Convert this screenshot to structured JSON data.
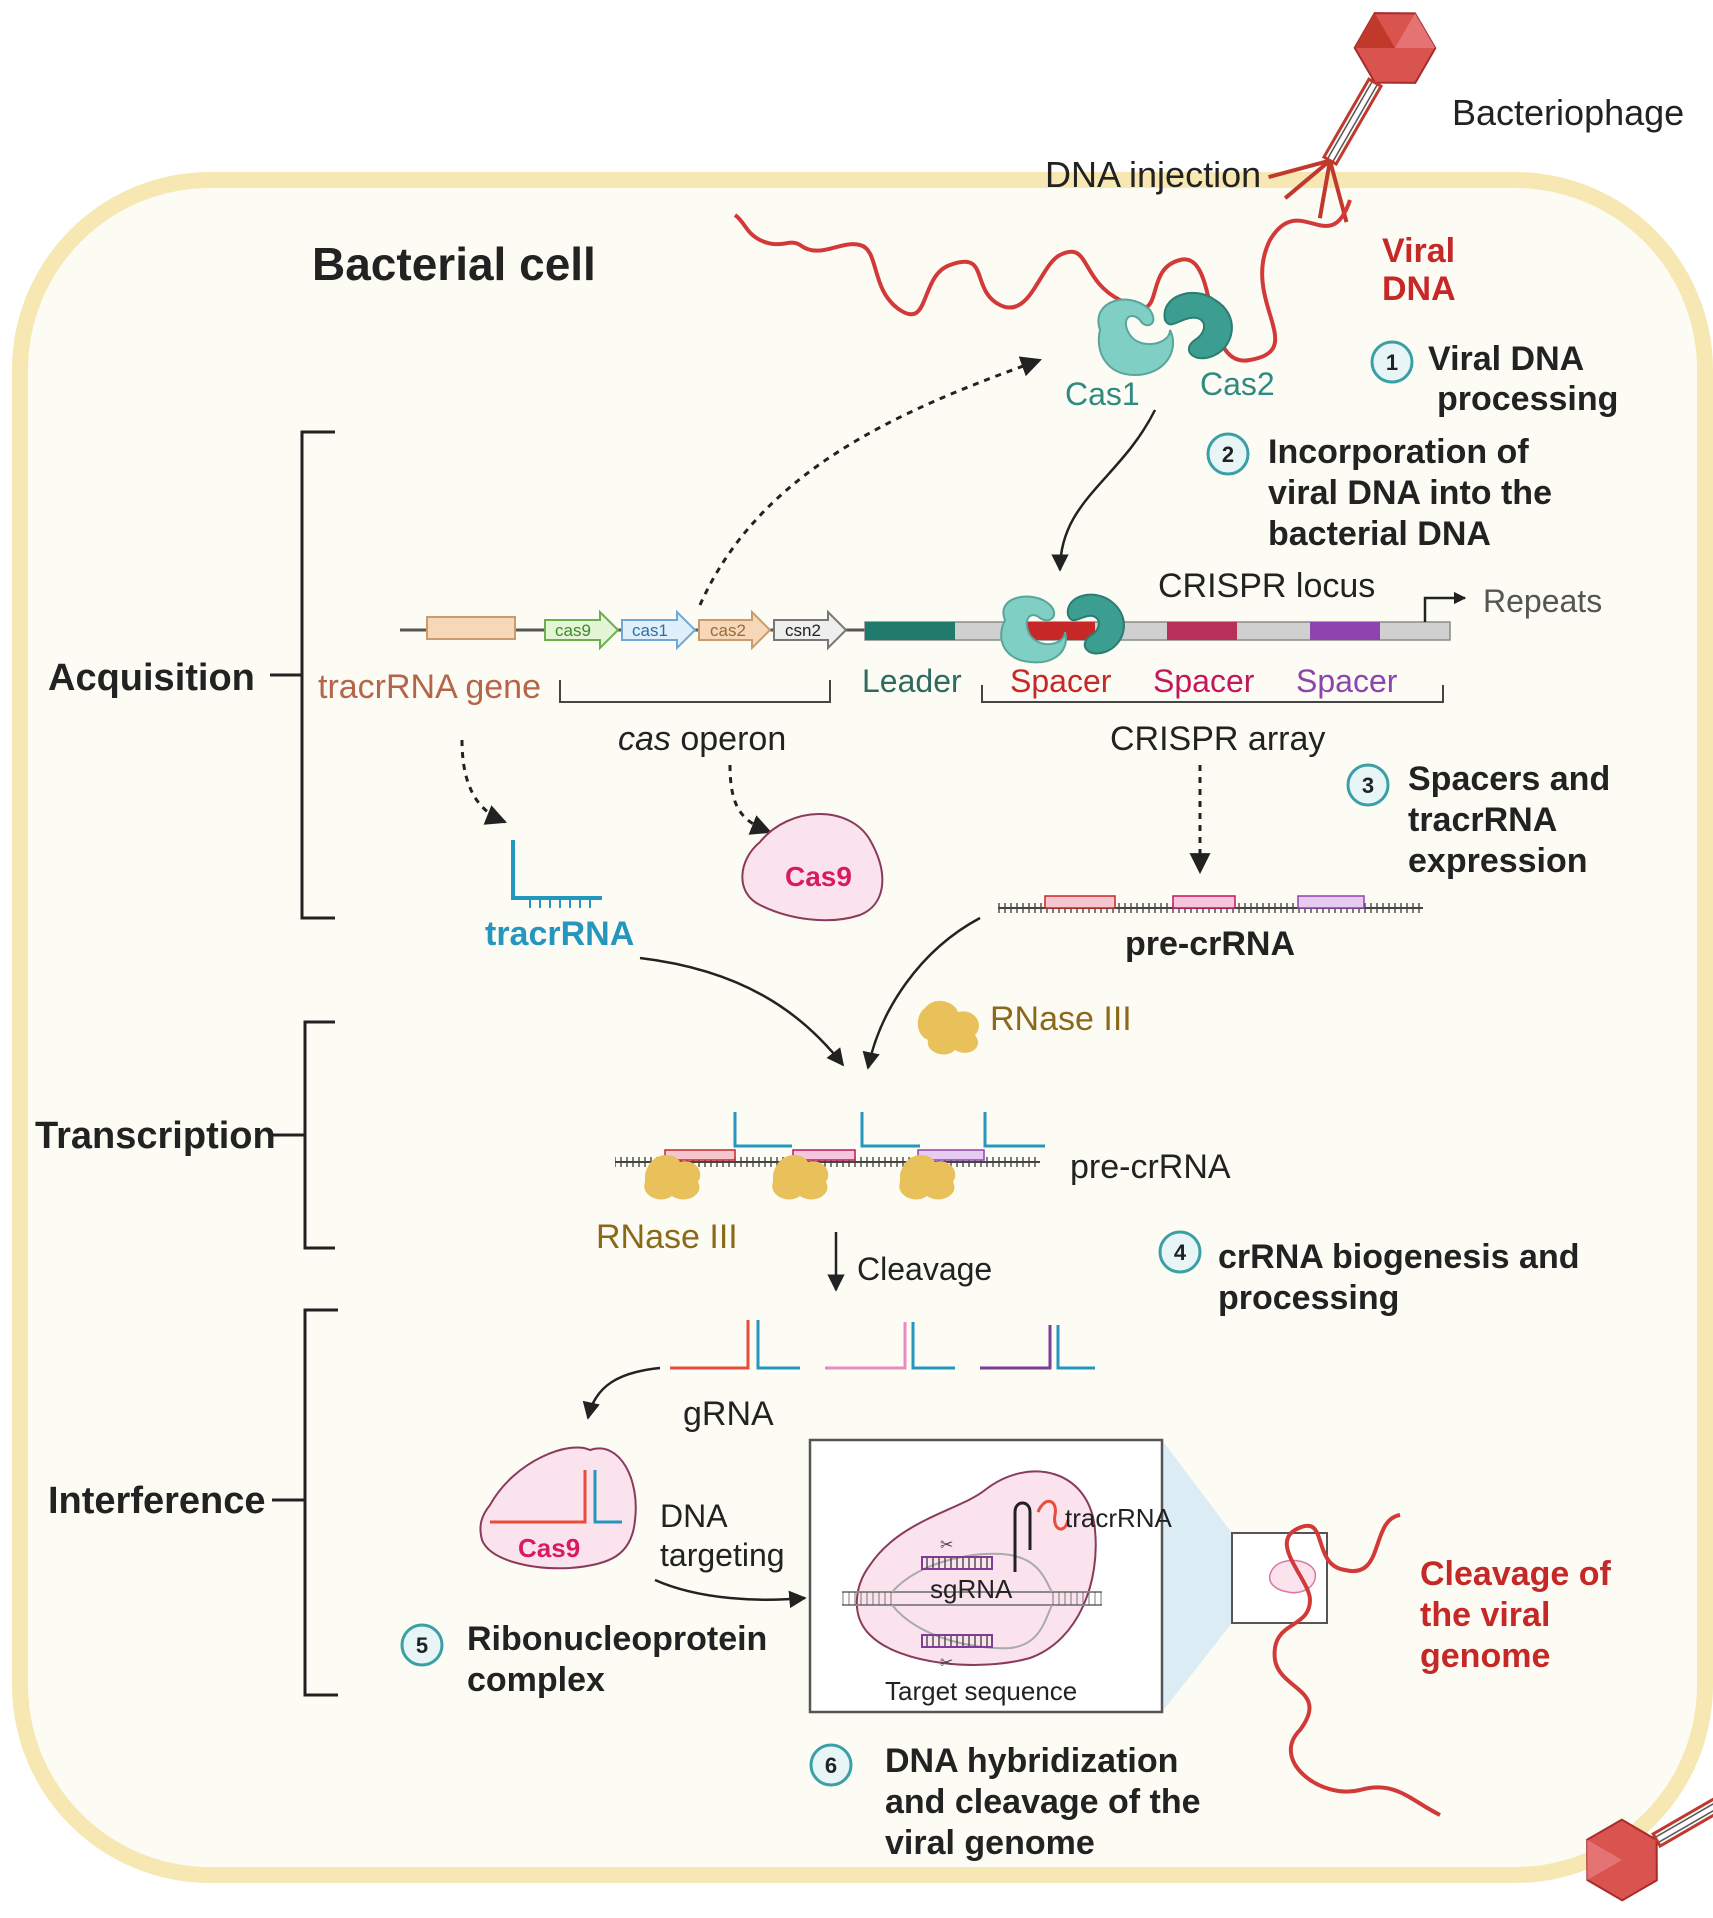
{
  "diagram": {
    "cell_label": "Bacterial cell",
    "bacteriophage_label": "Bacteriophage",
    "dna_injection_label": "DNA injection",
    "viral_dna_label": [
      "Viral",
      "DNA"
    ],
    "cas1_label": "Cas1",
    "cas2_label": "Cas2",
    "phases": {
      "acquisition": "Acquisition",
      "transcription": "Transcription",
      "interference": "Interference"
    },
    "steps": [
      {
        "number": "1",
        "lines": [
          "Viral DNA",
          "processing"
        ]
      },
      {
        "number": "2",
        "lines": [
          "Incorporation of",
          "viral DNA into the",
          "bacterial DNA"
        ]
      },
      {
        "number": "3",
        "lines": [
          "Spacers and",
          "tracrRNA",
          "expression"
        ]
      },
      {
        "number": "4",
        "lines": [
          "crRNA biogenesis and",
          "processing"
        ]
      },
      {
        "number": "5",
        "lines": [
          "Ribonucleoprotein",
          "complex"
        ]
      },
      {
        "number": "6",
        "lines": [
          "DNA hybridization",
          "and cleavage of the",
          "viral genome"
        ]
      }
    ],
    "locus": {
      "genes": [
        "cas9",
        "cas1",
        "cas2",
        "csn2"
      ],
      "crispr_locus_label": "CRISPR locus",
      "repeats_label": "Repeats",
      "tracrrna_gene_label": "tracrRNA gene",
      "cas_operon_italic": "cas",
      "cas_operon_rest": " operon",
      "leader_label": "Leader",
      "spacer_labels": [
        "Spacer",
        "Spacer",
        "Spacer"
      ],
      "crispr_array_label": "CRISPR array"
    },
    "products": {
      "tracrrna_label": "tracrRNA",
      "cas9_label": "Cas9",
      "pre_crrna_label": "pre-crRNA",
      "rnase_label": "RNase III"
    },
    "transcription": {
      "pre_crrna_label": "pre-crRNA",
      "rnase_label": "RNase III",
      "cleavage_label": "Cleavage"
    },
    "interference": {
      "grna_label": "gRNA",
      "cas9_label": "Cas9",
      "dna_targeting_label": [
        "DNA",
        "targeting"
      ],
      "inset_tracrrna_label": "tracrRNA",
      "inset_sgrna_label": "sgRNA",
      "inset_target_label": "Target sequence",
      "cleavage_viral_label": [
        "Cleavage of",
        "the viral",
        "genome"
      ]
    },
    "colors": {
      "cell_fill": "#fdfcf4",
      "cell_border": "#f6e7b3",
      "viral": "#d23a3a",
      "teal": "#2f8a80",
      "cas1": "#7fcfc4",
      "cas2": "#3b9e90",
      "spacer_red": "#c62828",
      "spacer_pink": "#d81b60",
      "spacer_purple": "#8e44ad",
      "leader": "#1f7a6b",
      "tracr_blue": "#2596be",
      "cas9_fill": "#fbe3ee",
      "rnase": "#e8c15a"
    }
  }
}
